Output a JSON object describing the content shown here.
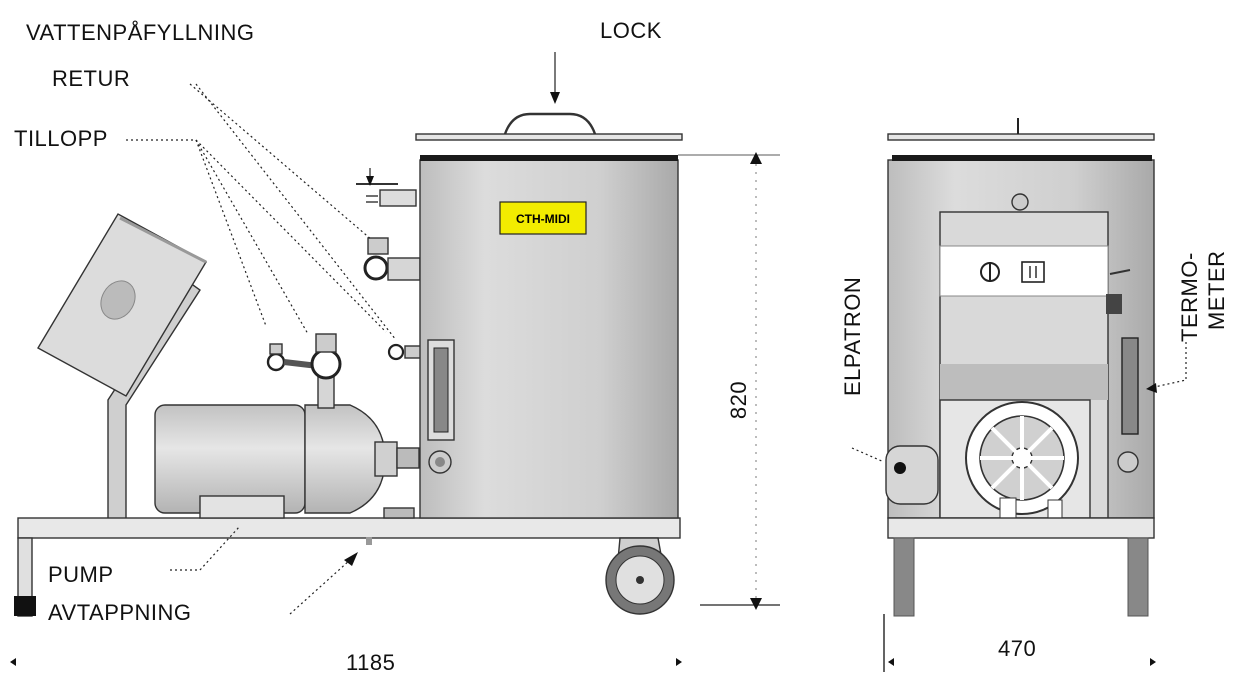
{
  "labels": {
    "vattenpafyllning": "VATTENPÅFYLLNING",
    "retur": "RETUR",
    "tillopp": "TILLOPP",
    "lock": "LOCK",
    "pump": "PUMP",
    "avtappning": "AVTAPPNING",
    "elpatron": "ELPATRON",
    "termometer_line1": "TERMO-",
    "termometer_line2": "METER",
    "model_tag": "CTH-MIDI"
  },
  "dimensions": {
    "height": "820",
    "length": "1185",
    "width": "470"
  },
  "colors": {
    "tank_gray": "#c8c8c8",
    "tag_yellow": "#f2ec00",
    "lid_dark": "#1a1a1a",
    "outline": "#333333"
  }
}
